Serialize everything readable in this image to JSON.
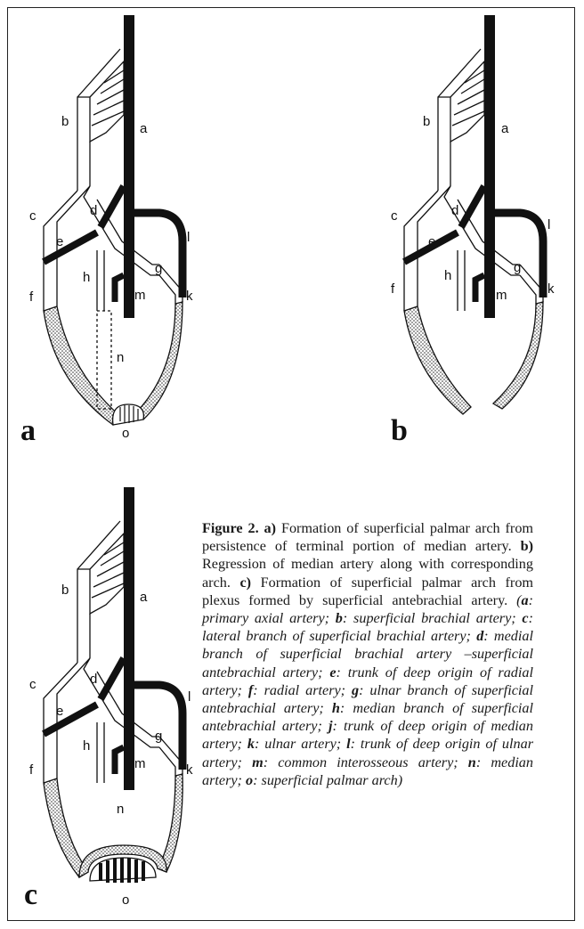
{
  "labels": {
    "a": "a",
    "b": "b",
    "c": "c",
    "d": "d",
    "e": "e",
    "f": "f",
    "g": "g",
    "h": "h",
    "k": "k",
    "l": "l",
    "m": "m",
    "n": "n",
    "o": "o"
  },
  "panels": [
    "a",
    "b",
    "c"
  ],
  "caption": {
    "heading": "Figure 2.",
    "parts": [
      {
        "key": "a)",
        "text": " Formation of superficial palmar arch from persistence of terminal portion of median artery. "
      },
      {
        "key": "b)",
        "text": " Regression of median artery along with corresponding arch. "
      },
      {
        "key": "c)",
        "text": " Formation of superficial palmar arch from plexus formed by superficial antebrachial artery. "
      }
    ],
    "legend_open": "(",
    "legend": [
      {
        "key": "a",
        "text": ": primary axial artery; "
      },
      {
        "key": "b",
        "text": ": superficial brachial artery; "
      },
      {
        "key": "c",
        "text": ": lateral branch of superficial brachial artery; "
      },
      {
        "key": "d",
        "text": ": medial branch of superficial brachial artery –superficial antebrachial artery; "
      },
      {
        "key": "e",
        "text": ": trunk of deep origin of radial artery; "
      },
      {
        "key": "f",
        "text": ": radial artery; "
      },
      {
        "key": "g",
        "text": ": ulnar branch of superficial antebrachial artery; "
      },
      {
        "key": "h",
        "text": ": median branch of superficial antebrachial artery; "
      },
      {
        "key": "j",
        "text": ": trunk of deep origin of median artery; "
      },
      {
        "key": "k",
        "text": ": ulnar artery; "
      },
      {
        "key": "l",
        "text": ": trunk of deep origin of ulnar artery; "
      },
      {
        "key": "m",
        "text": ": common interosseous artery; "
      },
      {
        "key": "n",
        "text": ": median artery; "
      },
      {
        "key": "o",
        "text": ": superficial palmar arch"
      }
    ],
    "legend_close": ")"
  }
}
